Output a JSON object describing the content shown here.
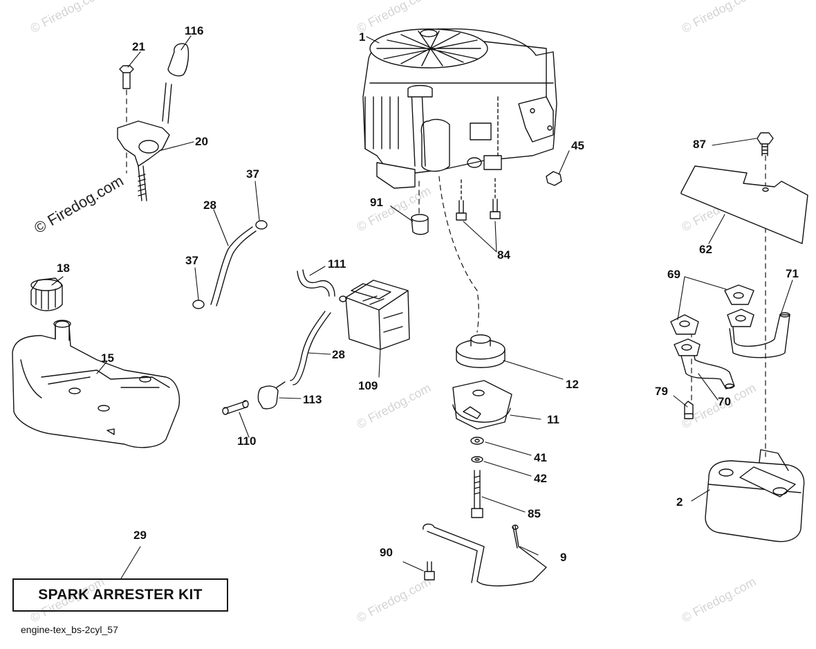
{
  "watermark": {
    "text": "© Firedog.com"
  },
  "callouts": {
    "c1": "1",
    "c2": "2",
    "c9": "9",
    "c11": "11",
    "c12": "12",
    "c15": "15",
    "c18": "18",
    "c20": "20",
    "c21": "21",
    "c28a": "28",
    "c28b": "28",
    "c29": "29",
    "c37a": "37",
    "c37b": "37",
    "c41": "41",
    "c42": "42",
    "c45": "45",
    "c62": "62",
    "c69": "69",
    "c70": "70",
    "c71": "71",
    "c79": "79",
    "c84": "84",
    "c85": "85",
    "c87": "87",
    "c90": "90",
    "c91": "91",
    "c109": "109",
    "c110": "110",
    "c111": "111",
    "c113": "113",
    "c116": "116"
  },
  "kit_box": {
    "label": "SPARK ARRESTER KIT"
  },
  "diagram_code": "engine-tex_bs-2cyl_57"
}
